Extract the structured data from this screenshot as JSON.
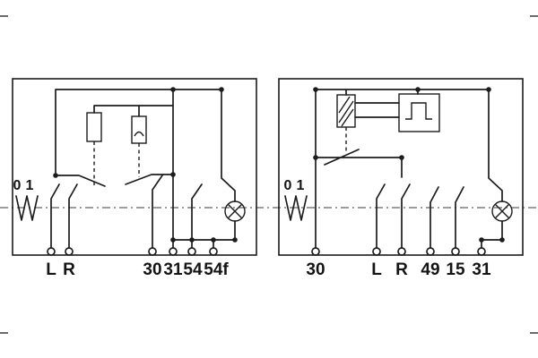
{
  "page": {
    "background": "#ffffff",
    "ink": "#1c1c1c"
  },
  "left_diagram": {
    "switch": {
      "pos0": "0",
      "pos1": "1"
    },
    "terminals": [
      "L",
      "R",
      "30",
      "31",
      "54",
      "54f"
    ]
  },
  "right_diagram": {
    "switch": {
      "pos0": "0",
      "pos1": "1"
    },
    "terminals": [
      "30",
      "L",
      "R",
      "49",
      "15",
      "31"
    ]
  }
}
